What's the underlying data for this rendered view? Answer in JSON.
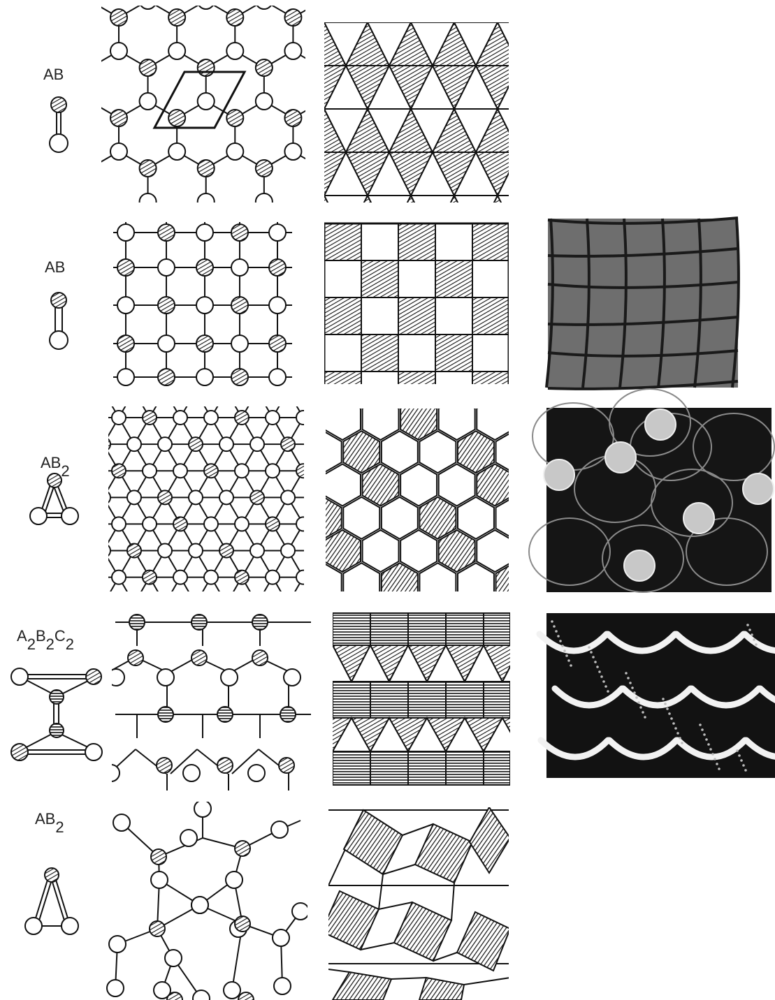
{
  "rows": [
    {
      "formula": {
        "main": "AB",
        "sub": ""
      }
    },
    {
      "formula": {
        "main": "AB",
        "sub": ""
      }
    },
    {
      "formula": {
        "main": "AB",
        "sub": "2"
      }
    },
    {
      "formula": {
        "parts": [
          {
            "t": "A",
            "s": "2"
          },
          {
            "t": "B",
            "s": "2"
          },
          {
            "t": "C",
            "s": "2"
          }
        ]
      }
    },
    {
      "formula": {
        "main": "AB",
        "sub": "2"
      }
    }
  ],
  "colors": {
    "ink": "#111111",
    "hatch": "#222222",
    "paper": "#ffffff"
  },
  "photos": [
    {
      "row": 2,
      "content": "square-cell-tissue-micrograph"
    },
    {
      "row": 3,
      "content": "hexagonal-cell-tissue-micrograph"
    },
    {
      "row": 4,
      "content": "arc-pattern-tissue-micrograph"
    }
  ]
}
